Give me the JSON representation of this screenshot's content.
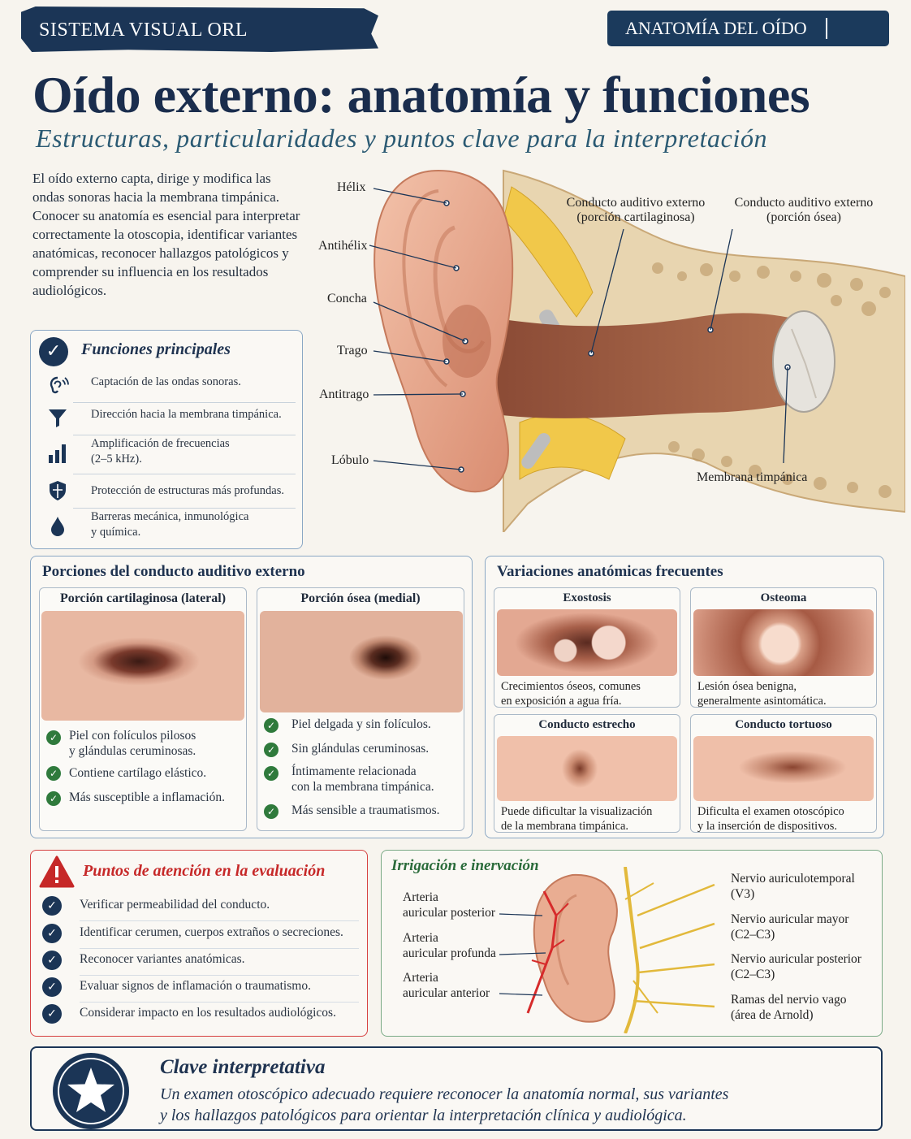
{
  "header": {
    "brand": "SISTEMA VISUAL ORL",
    "section": "ANATOMÍA DEL OÍDO",
    "title": "Oído externo: anatomía y funciones",
    "subtitle": "Estructuras, particularidades y puntos clave para la interpretación"
  },
  "intro": "El oído externo capta, dirige y modifica las ondas sonoras hacia la membrana timpánica. Conocer su anatomía es esencial para interpretar correctamente la otoscopia, identificar variantes anatómicas, reconocer hallazgos patológicos y comprender su influencia en los resultados audiológicos.",
  "functions": {
    "title": "Funciones principales",
    "items": [
      {
        "icon": "ear-sound-icon",
        "text": "Captación de las ondas sonoras."
      },
      {
        "icon": "funnel-icon",
        "text": "Dirección hacia la membrana timpánica."
      },
      {
        "icon": "bar-chart-icon",
        "line1": "Amplificación de frecuencias",
        "line2": "(2–5 kHz)."
      },
      {
        "icon": "shield-icon",
        "text": "Protección de estructuras más profundas."
      },
      {
        "icon": "drop-icon",
        "line1": "Barreras mecánica, inmunológica",
        "line2": "y química."
      }
    ]
  },
  "ear_labels": {
    "helix": "Hélix",
    "antihelix": "Antihélix",
    "concha": "Concha",
    "tragus": "Trago",
    "antitragus": "Antitrago",
    "lobule": "Lóbulo",
    "cart_canal_1": "Conducto auditivo externo",
    "cart_canal_2": "(porción cartilaginosa)",
    "bone_canal_1": "Conducto auditivo externo",
    "bone_canal_2": "(porción ósea)",
    "tympanic": "Membrana timpánica"
  },
  "canal": {
    "title": "Porciones del conducto auditivo externo",
    "cartilaginous": {
      "header": "Porción cartilaginosa (lateral)",
      "bullets": [
        {
          "line1": "Piel con folículos pilosos",
          "line2": "y glándulas ceruminosas."
        },
        {
          "line1": "Contiene cartílago elástico."
        },
        {
          "line1": "Más susceptible a inflamación."
        }
      ]
    },
    "bony": {
      "header": "Porción ósea (medial)",
      "bullets": [
        {
          "line1": "Piel delgada y sin folículos."
        },
        {
          "line1": "Sin glándulas ceruminosas."
        },
        {
          "line1": "Íntimamente relacionada",
          "line2": "con la membrana timpánica."
        },
        {
          "line1": "Más sensible a traumatismos."
        }
      ]
    }
  },
  "variations": {
    "title": "Variaciones anatómicas frecuentes",
    "cards": [
      {
        "header": "Exostosis",
        "line1": "Crecimientos óseos, comunes",
        "line2": "en exposición a agua fría."
      },
      {
        "header": "Osteoma",
        "line1": "Lesión ósea benigna,",
        "line2": "generalmente asintomática."
      },
      {
        "header": "Conducto estrecho",
        "line1": "Puede dificultar la visualización",
        "line2": "de la membrana timpánica."
      },
      {
        "header": "Conducto tortuoso",
        "line1": "Dificulta el examen otoscópico",
        "line2": "y la inserción de dispositivos."
      }
    ]
  },
  "attention": {
    "title": "Puntos de atención en la evaluación",
    "items": [
      "Verificar permeabilidad del conducto.",
      "Identificar cerumen, cuerpos extraños o secreciones.",
      "Reconocer variantes anatómicas.",
      "Evaluar signos de inflamación o traumatismo.",
      "Considerar impacto en los resultados audiológicos."
    ]
  },
  "irrigation": {
    "title": "Irrigación e inervación",
    "arteries": [
      {
        "line1": "Arteria",
        "line2": "auricular posterior"
      },
      {
        "line1": "Arteria",
        "line2": "auricular profunda"
      },
      {
        "line1": "Arteria",
        "line2": "auricular anterior"
      }
    ],
    "nerves": [
      {
        "line1": "Nervio auriculotemporal",
        "line2": "(V3)"
      },
      {
        "line1": "Nervio auricular mayor",
        "line2": "(C2–C3)"
      },
      {
        "line1": "Nervio auricular posterior",
        "line2": "(C2–C3)"
      },
      {
        "line1": "Ramas del nervio vago",
        "line2": "(área de Arnold)"
      }
    ]
  },
  "key": {
    "title": "Clave interpretativa",
    "line1": "Un examen otoscópico adecuado requiere reconocer la anatomía normal, sus variantes",
    "line2": "y los hallazgos patológicos para orientar la interpretación clínica y audiológica."
  },
  "colors": {
    "navy": "#1b3556",
    "accent_teal": "#2b5a73",
    "alert_red": "#c62828",
    "check_green": "#2f7a3c",
    "skin": "#e9a98e"
  }
}
